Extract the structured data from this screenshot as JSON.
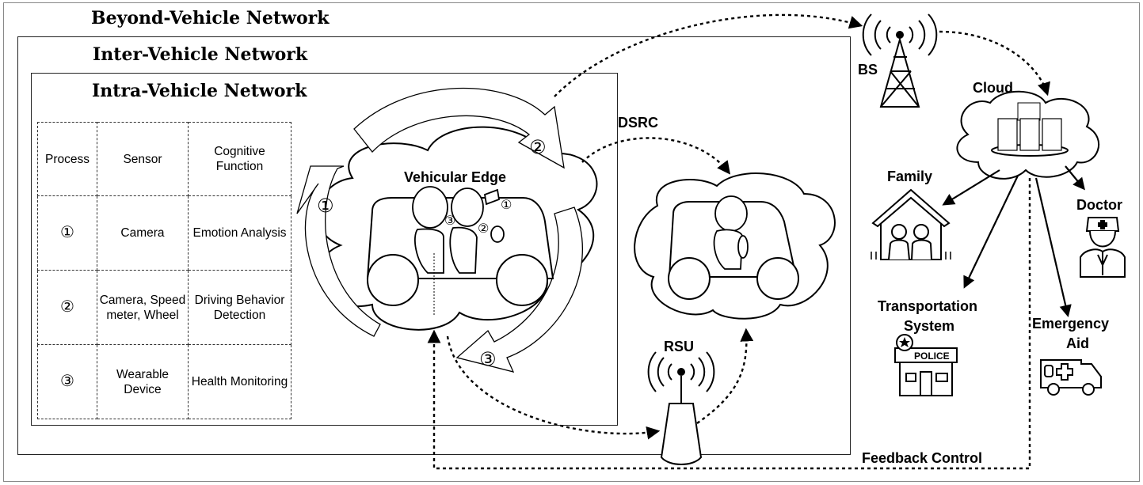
{
  "networks": {
    "beyond": "Beyond-Vehicle Network",
    "inter": "Inter-Vehicle Network",
    "intra": "Intra-Vehicle Network"
  },
  "table": {
    "headers": [
      "Process",
      "Sensor",
      "Cognitive Function"
    ],
    "rows": [
      {
        "process": "①",
        "sensor": "Camera",
        "function": "Emotion Analysis"
      },
      {
        "process": "②",
        "sensor": "Camera, Speed meter, Wheel",
        "function": "Driving Behavior Detection"
      },
      {
        "process": "③",
        "sensor": "Wearable Device",
        "function": "Health Monitoring"
      }
    ]
  },
  "labels": {
    "vehicular_edge": "Vehicular Edge",
    "dsrc": "DSRC",
    "bs": "BS",
    "rsu": "RSU",
    "cloud": "Cloud",
    "family": "Family",
    "doctor": "Doctor",
    "transport_line1": "Transportation",
    "transport_line2": "System",
    "emergency_line1": "Emergency",
    "emergency_line2": "Aid",
    "feedback": "Feedback Control",
    "police_sign": "POLICE"
  },
  "cycle": {
    "step1": "①",
    "step2": "②",
    "step3": "③"
  },
  "icons": [
    "antenna-tower-icon",
    "cloud-server-icon",
    "house-icon",
    "doctor-icon",
    "police-station-icon",
    "ambulance-icon",
    "rsu-antenna-icon",
    "car-icon",
    "driver-icon"
  ]
}
